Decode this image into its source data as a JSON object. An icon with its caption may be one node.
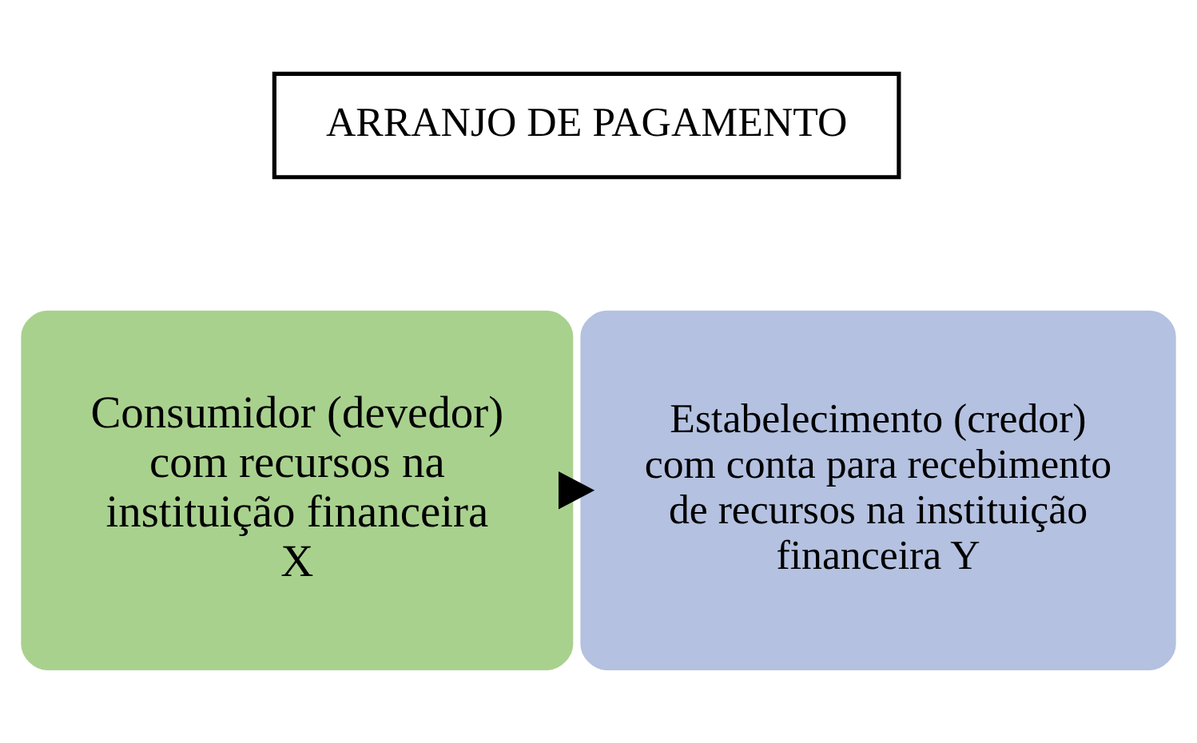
{
  "diagram": {
    "nodes": [
      {
        "text": [
          "ARRANJO DE PAGAMENTO"
        ]
      },
      {
        "text": [
          "Consumidor (devedor) com recursos na instituição financeira X"
        ]
      },
      {
        "text": [
          "Estabelecimento (credor) com conta para recebimento de recursos na instituição financeira Y"
        ]
      }
    ],
    "edges": [
      {
        "from": 1,
        "to": 2,
        "arrow": "to",
        "style": "thick"
      }
    ]
  }
}
